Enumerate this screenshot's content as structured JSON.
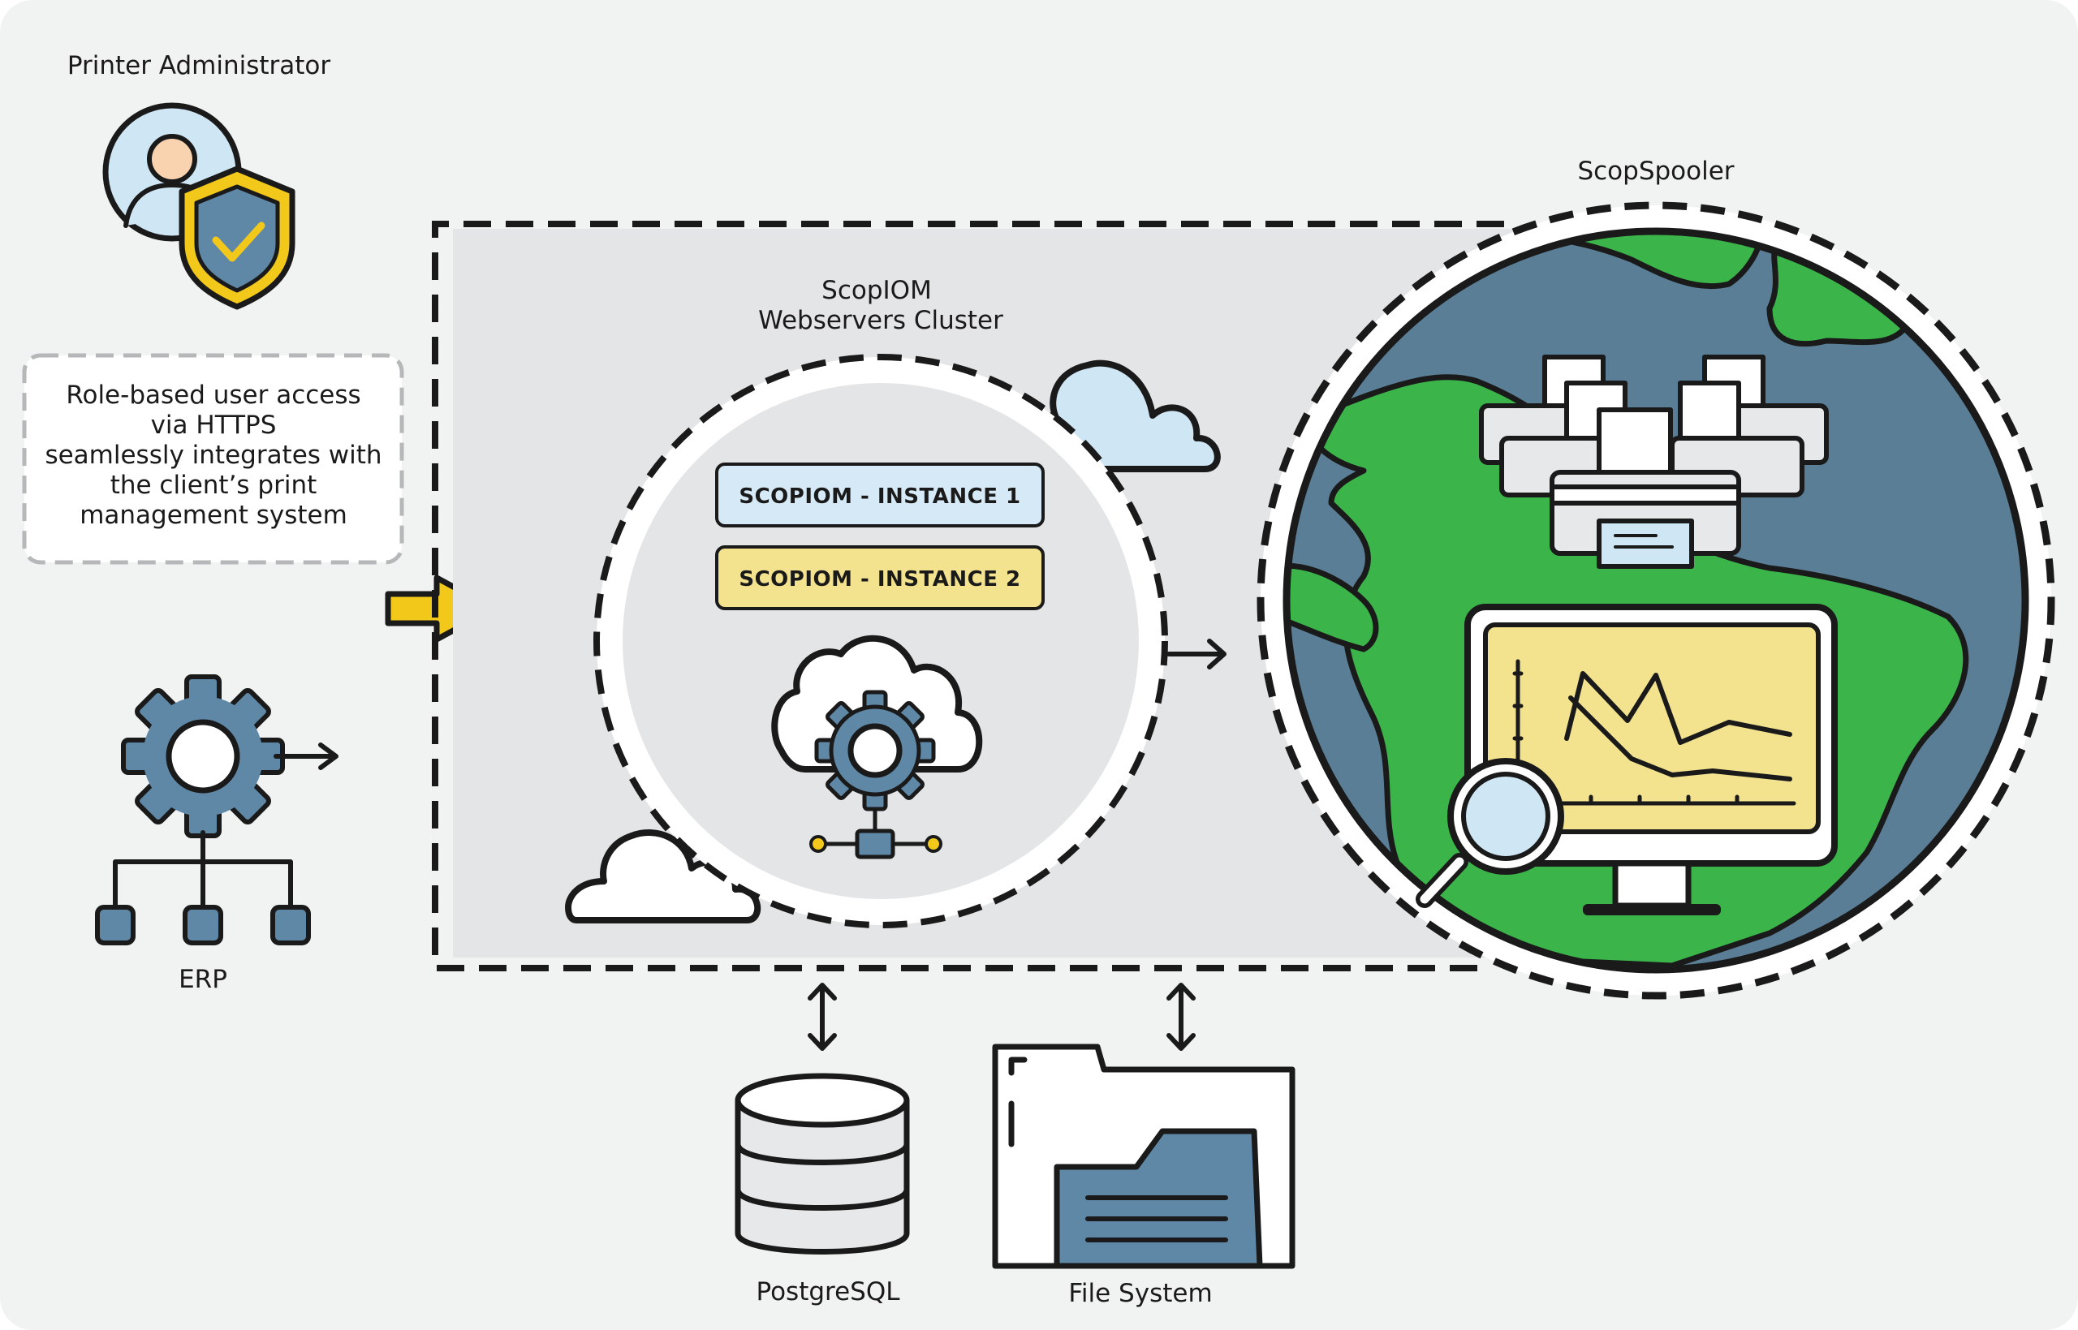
{
  "labels": {
    "printer_admin": "Printer Administrator",
    "scopspooler": "ScopSpooler",
    "cluster_line1": "ScopIOM",
    "cluster_line2": "Webservers Cluster",
    "erp": "ERP",
    "postgres": "PostgreSQL",
    "file_system": "File System"
  },
  "note": {
    "line1": "Role-based user access",
    "line2": "via HTTPS",
    "line3": "seamlessly integrates with",
    "line4": "the client’s print",
    "line5": "management system"
  },
  "instances": [
    {
      "label": "SCOPIOM - INSTANCE 1",
      "color": "#d6e9f6"
    },
    {
      "label": "SCOPIOM - INSTANCE 2",
      "color": "#f3e38f"
    }
  ],
  "colors": {
    "background": "#f1f2f2",
    "cluster_panel": "#e4e5e7",
    "globe_ocean": "#5a7e96",
    "globe_land": "#3bb54a",
    "accent_yellow": "#f2c81a",
    "steel_blue": "#5f87a6",
    "sky": "#cfe6f5"
  },
  "icons": [
    "admin-shield-icon",
    "erp-gear-icon",
    "cloud-gear-icon",
    "printer-icon",
    "monitor-chart-icon",
    "magnifier-icon",
    "database-icon",
    "folder-icon",
    "arrow-chevron-icon",
    "cloud-icon"
  ]
}
